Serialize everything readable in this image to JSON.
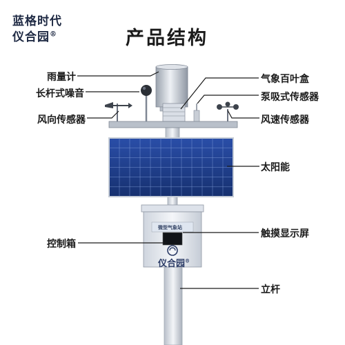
{
  "brand": {
    "line1": "蓝格时代",
    "line2": "仪合园",
    "registered": "®"
  },
  "title": "产品结构",
  "labels": {
    "rain_gauge": "雨量计",
    "noise_sensor": "长杆式噪音",
    "wind_direction": "风向传感器",
    "louver_box": "气象百叶盒",
    "pump_sensor": "泵吸式传感器",
    "wind_speed": "风速传感器",
    "solar_panel": "太阳能",
    "control_box": "控制箱",
    "touch_screen": "触摸显示屏",
    "pole": "立杆"
  },
  "box": {
    "header": "微型气象站",
    "logo": "仪合园",
    "registered": "®"
  },
  "colors": {
    "panel": "#1f3d8f",
    "panel_line": "#8aa6e0",
    "metal": "#c9ced6",
    "metal_dark": "#7f8794",
    "leader": "#1a1a1a",
    "box": "#e4e8ef"
  }
}
